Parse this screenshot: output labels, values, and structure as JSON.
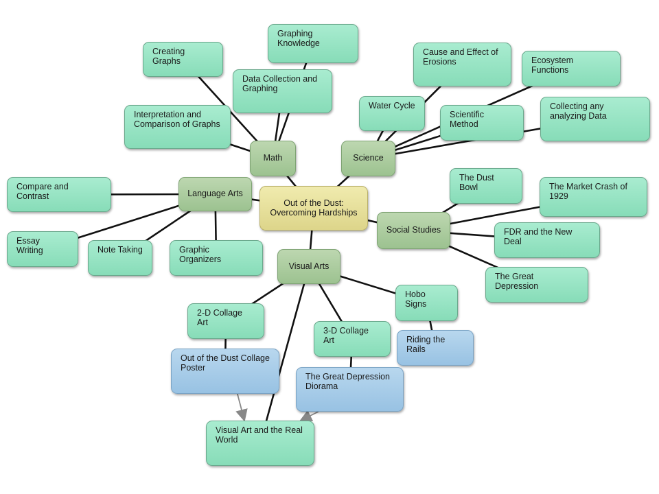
{
  "diagram": {
    "nodes": {
      "root": "Out of the Dust: Overcoming Hardships",
      "math": "Math",
      "science": "Science",
      "language_arts": "Language Arts",
      "social_studies": "Social Studies",
      "visual_arts": "Visual Arts",
      "graphing_knowledge": "Graphing Knowledge",
      "creating_graphs": "Creating Graphs",
      "data_collection": "Data Collection and Graphing",
      "interpretation_graphs": "Interpretation and Comparison of Graphs",
      "cause_effect": "Cause and Effect of Erosions",
      "ecosystem": "Ecosystem Functions",
      "water_cycle": "Water Cycle",
      "scientific_method": "Scientific Method",
      "collecting_data": "Collecting any analyzing Data",
      "compare_contrast": "Compare and Contrast",
      "essay_writing": "Essay Writing",
      "note_taking": "Note Taking",
      "graphic_organizers": "Graphic Organizers",
      "dust_bowl": "The Dust Bowl",
      "market_crash": "The Market Crash of 1929",
      "fdr": "FDR and the New Deal",
      "great_depression": "The Great Depression",
      "hobo_signs": "Hobo Signs",
      "riding_rails": "Riding the Rails",
      "collage_2d": "2-D Collage Art",
      "collage_3d": "3-D Collage Art",
      "collage_poster": "Out of the Dust Collage Poster",
      "diorama": "The Great Depression Diorama",
      "real_world": "Visual Art and the Real World"
    },
    "edges": [
      [
        "root",
        "math"
      ],
      [
        "root",
        "science"
      ],
      [
        "root",
        "language_arts"
      ],
      [
        "root",
        "social_studies"
      ],
      [
        "root",
        "visual_arts"
      ],
      [
        "math",
        "graphing_knowledge"
      ],
      [
        "math",
        "creating_graphs"
      ],
      [
        "math",
        "data_collection"
      ],
      [
        "math",
        "interpretation_graphs"
      ],
      [
        "science",
        "cause_effect"
      ],
      [
        "science",
        "ecosystem"
      ],
      [
        "science",
        "water_cycle"
      ],
      [
        "science",
        "scientific_method"
      ],
      [
        "science",
        "collecting_data"
      ],
      [
        "language_arts",
        "compare_contrast"
      ],
      [
        "language_arts",
        "essay_writing"
      ],
      [
        "language_arts",
        "note_taking"
      ],
      [
        "language_arts",
        "graphic_organizers"
      ],
      [
        "social_studies",
        "dust_bowl"
      ],
      [
        "social_studies",
        "market_crash"
      ],
      [
        "social_studies",
        "fdr"
      ],
      [
        "social_studies",
        "great_depression"
      ],
      [
        "visual_arts",
        "hobo_signs"
      ],
      [
        "visual_arts",
        "collage_2d"
      ],
      [
        "visual_arts",
        "collage_3d"
      ],
      [
        "visual_arts",
        "real_world"
      ],
      [
        "hobo_signs",
        "riding_rails"
      ],
      [
        "collage_2d",
        "collage_poster"
      ],
      [
        "collage_3d",
        "diorama"
      ]
    ],
    "arrows": [
      [
        "collage_poster",
        "real_world"
      ],
      [
        "diorama",
        "real_world"
      ]
    ]
  }
}
